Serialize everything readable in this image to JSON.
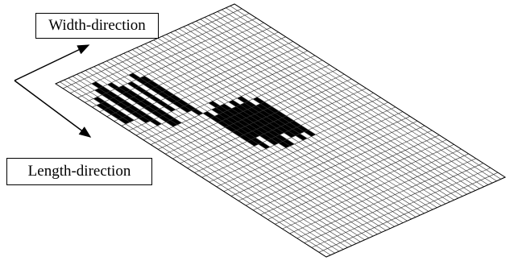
{
  "labels": {
    "width_direction": "Width-direction",
    "length_direction": "Length-direction"
  },
  "grid": {
    "length_cells": 37,
    "width_cells": 42,
    "line_color": "#333333",
    "cell_color": "#ffffff",
    "filled_color": "#000000"
  },
  "patterns": [
    {
      "row": 1,
      "cols": [
        5,
        6,
        7,
        8
      ]
    },
    {
      "row": 2,
      "cols": [
        4,
        5,
        6,
        7,
        8
      ]
    },
    {
      "row": 4,
      "cols": [
        3,
        4,
        5,
        6,
        7,
        8,
        9
      ]
    },
    {
      "row": 5,
      "cols": [
        2,
        3,
        4,
        5,
        6,
        7,
        8,
        9,
        10
      ]
    },
    {
      "row": 7,
      "cols": [
        3,
        4,
        5,
        6,
        7,
        8,
        9,
        10,
        11
      ]
    },
    {
      "row": 8,
      "cols": [
        4,
        5,
        6,
        7,
        8,
        9,
        10,
        11
      ]
    },
    {
      "row": 10,
      "cols": [
        4,
        5,
        6,
        7,
        8,
        9
      ]
    },
    {
      "row": 12,
      "cols": [
        3,
        4,
        5,
        6,
        7,
        8,
        9,
        10
      ]
    },
    {
      "row": 13,
      "cols": [
        4,
        5,
        6,
        7,
        8,
        9,
        10,
        11
      ]
    },
    {
      "row": 14,
      "cols": [
        12,
        13,
        14,
        15,
        16,
        17,
        18
      ]
    },
    {
      "row": 15,
      "cols": [
        13,
        14,
        15,
        16,
        17,
        18,
        19
      ]
    },
    {
      "row": 16,
      "cols": [
        12,
        13,
        14,
        15,
        16,
        17
      ]
    },
    {
      "row": 17,
      "cols": [
        11,
        12,
        13,
        14,
        15,
        16,
        17,
        18,
        19
      ]
    },
    {
      "row": 18,
      "cols": [
        12,
        13,
        14,
        15,
        16,
        17,
        18,
        19,
        20
      ]
    },
    {
      "row": 19,
      "cols": [
        13,
        14,
        15,
        16,
        17,
        18,
        19,
        20
      ]
    },
    {
      "row": 20,
      "cols": [
        12,
        13,
        14,
        15,
        16,
        17,
        18
      ]
    },
    {
      "row": 21,
      "cols": [
        13,
        14,
        15,
        16,
        17,
        18,
        19
      ]
    },
    {
      "row": 22,
      "cols": [
        12,
        13,
        14,
        15,
        16,
        17,
        18,
        19,
        20
      ]
    },
    {
      "row": 23,
      "cols": [
        14,
        15,
        16,
        17,
        18,
        19
      ]
    },
    {
      "row": 24,
      "cols": [
        13,
        14,
        15,
        16,
        17,
        18,
        19,
        20
      ]
    }
  ]
}
